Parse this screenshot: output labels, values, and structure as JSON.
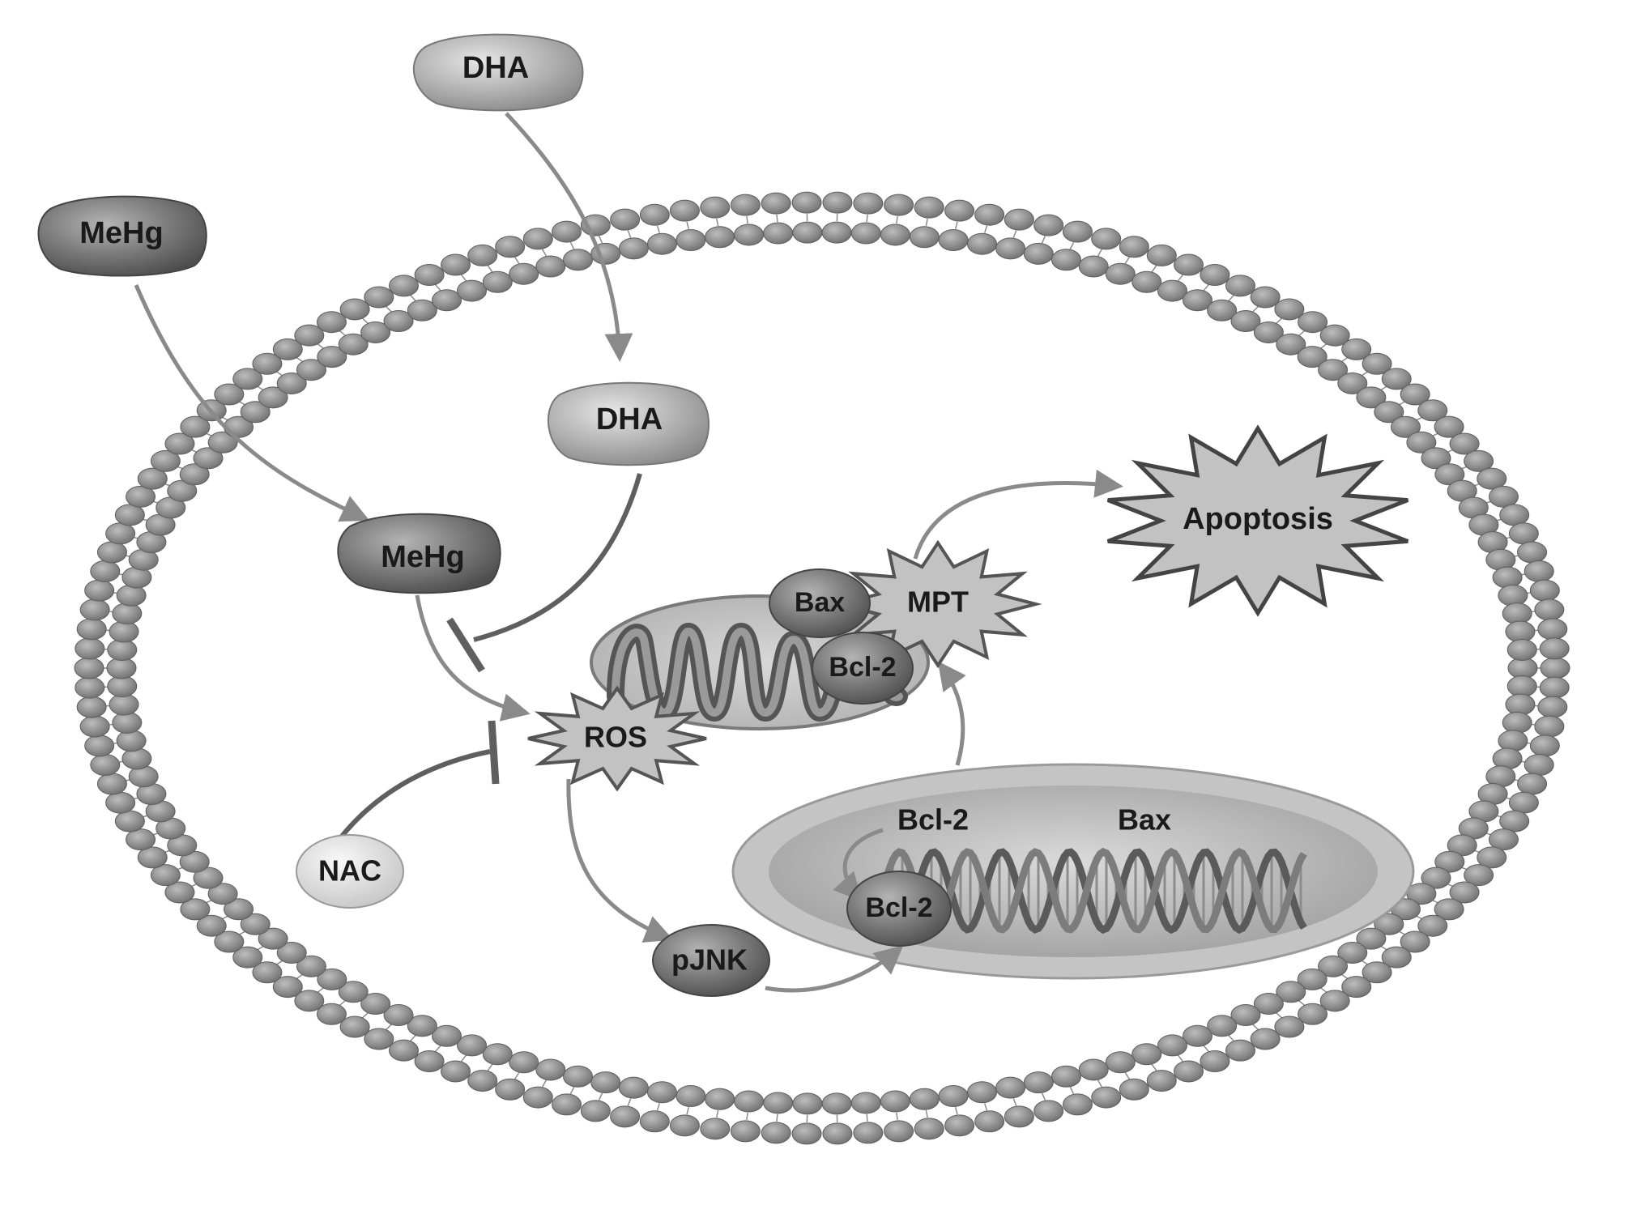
{
  "nodes": {
    "dha_outside": "DHA",
    "mehg_outside": "MeHg",
    "dha_inside": "DHA",
    "mehg_inside": "MeHg",
    "apoptosis": "Apoptosis",
    "bax_mito": "Bax",
    "mpt": "MPT",
    "bcl2_mito": "Bcl-2",
    "ros": "ROS",
    "nac": "NAC",
    "pjnk": "pJNK",
    "bcl2_gene": "Bcl-2",
    "bax_gene": "Bax",
    "bcl2_protein": "Bcl-2"
  },
  "edges": [
    {
      "from": "dha_outside",
      "to": "dha_inside",
      "type": "activation"
    },
    {
      "from": "mehg_outside",
      "to": "mehg_inside",
      "type": "activation"
    },
    {
      "from": "dha_inside",
      "to": "mehg_inside",
      "type": "inhibition"
    },
    {
      "from": "mehg_inside",
      "to": "ros",
      "type": "activation"
    },
    {
      "from": "nac",
      "to": "ros",
      "type": "inhibition"
    },
    {
      "from": "ros",
      "to": "pjnk",
      "type": "activation"
    },
    {
      "from": "pjnk",
      "to": "bcl2_protein",
      "type": "activation"
    },
    {
      "from": "bcl2_gene",
      "to": "bcl2_protein",
      "type": "activation"
    },
    {
      "from": "bcl2_protein",
      "to": "mpt",
      "type": "activation"
    },
    {
      "from": "mpt",
      "to": "apoptosis",
      "type": "activation"
    }
  ],
  "colors": {
    "membrane_head": "#8c8c8c",
    "membrane_head_edge": "#5e5e5e",
    "arrow": "#8a8a8a",
    "node_dark": "#6e6e6e",
    "node_light": "#b8b8b8",
    "nucleus_outer": "#bdbdbd",
    "nucleus_inner": "#a8a8a8",
    "star_fill": "#c2c2c2"
  }
}
